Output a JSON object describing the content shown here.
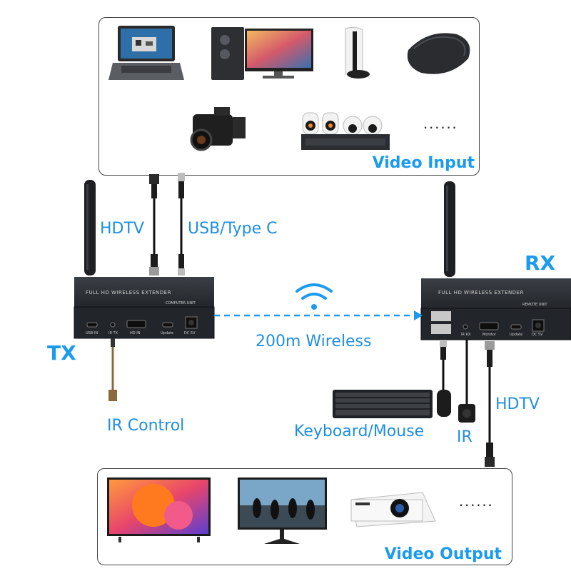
{
  "input_panel": {
    "title": "Video Input",
    "more": "......",
    "devices": [
      "laptop-icon",
      "desktop-pc-icon",
      "game-console-icon",
      "tv-box-icon",
      "camcorder-icon",
      "cctv-nvr-icon"
    ]
  },
  "output_panel": {
    "title": "Video Output",
    "more": "......",
    "devices": [
      "tv-icon",
      "monitor-icon",
      "projector-icon"
    ]
  },
  "tx": {
    "label": "TX",
    "unit_name": "FULL HD WIRELESS EXTENDER",
    "unit_sub": "COMPUTER UNIT",
    "ports": [
      "USB IN",
      "IR TX",
      "HD IN",
      "Update",
      "DC 5V"
    ]
  },
  "rx": {
    "label": "RX",
    "unit_name": "FULL HD WIRELESS EXTENDER",
    "unit_sub": "REMOTE UNIT",
    "ports": [
      "IR RX",
      "Monitor",
      "Update",
      "DC 5V"
    ]
  },
  "labels": {
    "hdtv_in": "HDTV",
    "usb": "USB/Type C",
    "wireless": "200m Wireless",
    "ir_control": "IR Control",
    "keyboard_mouse": "Keyboard/Mouse",
    "ir": "IR",
    "hdtv_out": "HDTV"
  },
  "colors": {
    "accent": "#1a9bf0",
    "device_body": "#2b2e33",
    "panel_border": "#444444"
  }
}
